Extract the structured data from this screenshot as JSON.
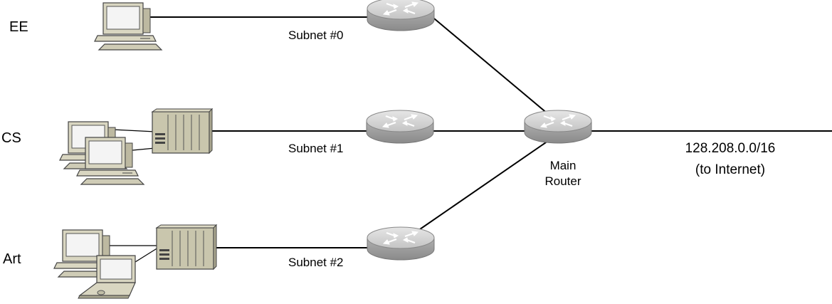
{
  "departments": {
    "ee": "EE",
    "cs": "CS",
    "art": "Art"
  },
  "subnets": {
    "s0": "Subnet #0",
    "s1": "Subnet #1",
    "s2": "Subnet #2"
  },
  "main_router": {
    "line1": "Main",
    "line2": "Router"
  },
  "uplink": {
    "address": "128.208.0.0/16",
    "note": "(to Internet)"
  },
  "colors": {
    "line": "#000000",
    "router_top": "#d6d6d6",
    "router_side": "#9a9a9a",
    "pc_beige": "#d9d6c1",
    "screen": "#f4f4f4",
    "switch": "#c9c6ad"
  }
}
